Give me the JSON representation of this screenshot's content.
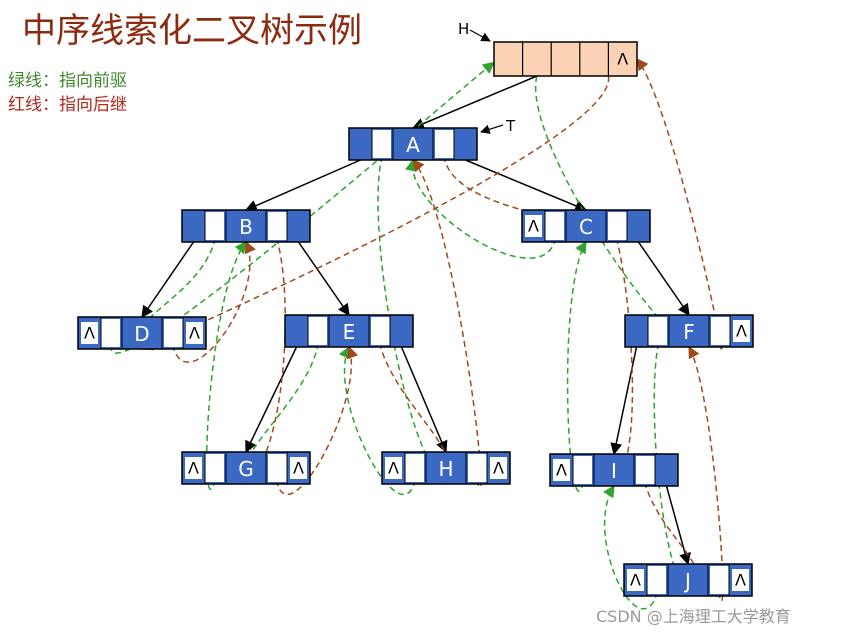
{
  "title": "中序线索化二叉树示例",
  "legend": {
    "green": "绿线：指向前驱",
    "red": "红线：指向后继"
  },
  "labels": {
    "head": "H",
    "root": "T"
  },
  "null_symbol": "Λ",
  "watermark": "CSDN @上海理工大学教育",
  "colors": {
    "node_blue": "#3a68c2",
    "head_fill": "#fbd3b4",
    "predecessor_green": "#2ea32e",
    "successor_red": "#a04a1c",
    "tree_edge": "#000000",
    "title": "#8b2a0f"
  },
  "nodes": [
    {
      "id": "A",
      "label": "A",
      "left_null": false,
      "right_null": false
    },
    {
      "id": "B",
      "label": "B",
      "left_null": false,
      "right_null": false
    },
    {
      "id": "C",
      "label": "C",
      "left_null": true,
      "right_null": false
    },
    {
      "id": "D",
      "label": "D",
      "left_null": true,
      "right_null": true
    },
    {
      "id": "E",
      "label": "E",
      "left_null": false,
      "right_null": false
    },
    {
      "id": "F",
      "label": "F",
      "left_null": false,
      "right_null": true
    },
    {
      "id": "G",
      "label": "G",
      "left_null": true,
      "right_null": true
    },
    {
      "id": "H",
      "label": "H",
      "left_null": true,
      "right_null": true
    },
    {
      "id": "I",
      "label": "I",
      "left_null": true,
      "right_null": false
    },
    {
      "id": "J",
      "label": "J",
      "left_null": true,
      "right_null": true
    }
  ],
  "tree_edges": [
    {
      "from": "head",
      "to": "A"
    },
    {
      "from": "A",
      "to": "B"
    },
    {
      "from": "A",
      "to": "C"
    },
    {
      "from": "B",
      "to": "D"
    },
    {
      "from": "B",
      "to": "E"
    },
    {
      "from": "E",
      "to": "G"
    },
    {
      "from": "E",
      "to": "H"
    },
    {
      "from": "C",
      "to": "F"
    },
    {
      "from": "F",
      "to": "I"
    },
    {
      "from": "I",
      "to": "J"
    }
  ],
  "predecessor_threads": [
    {
      "from": "D",
      "to": "head"
    },
    {
      "from": "B",
      "to": "D"
    },
    {
      "from": "G",
      "to": "B"
    },
    {
      "from": "E",
      "to": "G"
    },
    {
      "from": "H",
      "to": "E"
    },
    {
      "from": "A",
      "to": "H"
    },
    {
      "from": "C",
      "to": "A"
    },
    {
      "from": "I",
      "to": "C"
    },
    {
      "from": "J",
      "to": "I"
    },
    {
      "from": "F",
      "to": "J"
    },
    {
      "from": "head",
      "to": "F"
    }
  ],
  "successor_threads": [
    {
      "from": "head",
      "to": "D"
    },
    {
      "from": "D",
      "to": "B"
    },
    {
      "from": "B",
      "to": "G"
    },
    {
      "from": "G",
      "to": "E"
    },
    {
      "from": "E",
      "to": "H"
    },
    {
      "from": "H",
      "to": "A"
    },
    {
      "from": "A",
      "to": "C"
    },
    {
      "from": "C",
      "to": "I"
    },
    {
      "from": "I",
      "to": "J"
    },
    {
      "from": "J",
      "to": "F"
    },
    {
      "from": "F",
      "to": "head"
    }
  ]
}
